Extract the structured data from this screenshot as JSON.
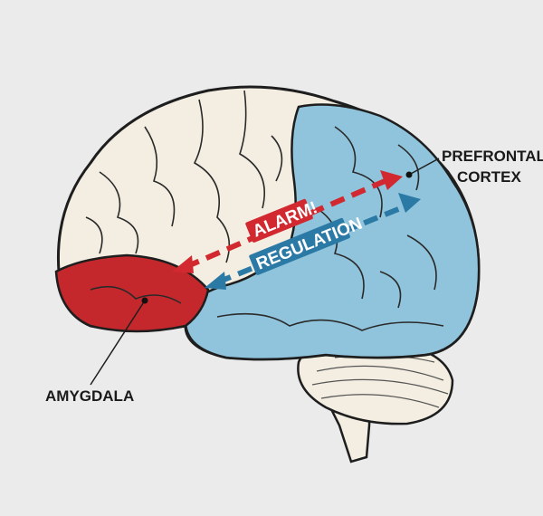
{
  "labels": {
    "prefrontal_line1": "PREFRONTAL",
    "prefrontal_line2": "CORTEX",
    "amygdala": "AMYGDALA",
    "alarm": "ALARM!",
    "regulation": "REGULATION"
  },
  "colors": {
    "background": "#ebebeb",
    "cortex_cream": "#f3eee1",
    "prefrontal_blue": "#8fc4dc",
    "amygdala_red": "#c4282c",
    "alarm_arrow": "#d1292f",
    "regulation_arrow": "#2b79a5",
    "outline": "#1e1e1e"
  }
}
